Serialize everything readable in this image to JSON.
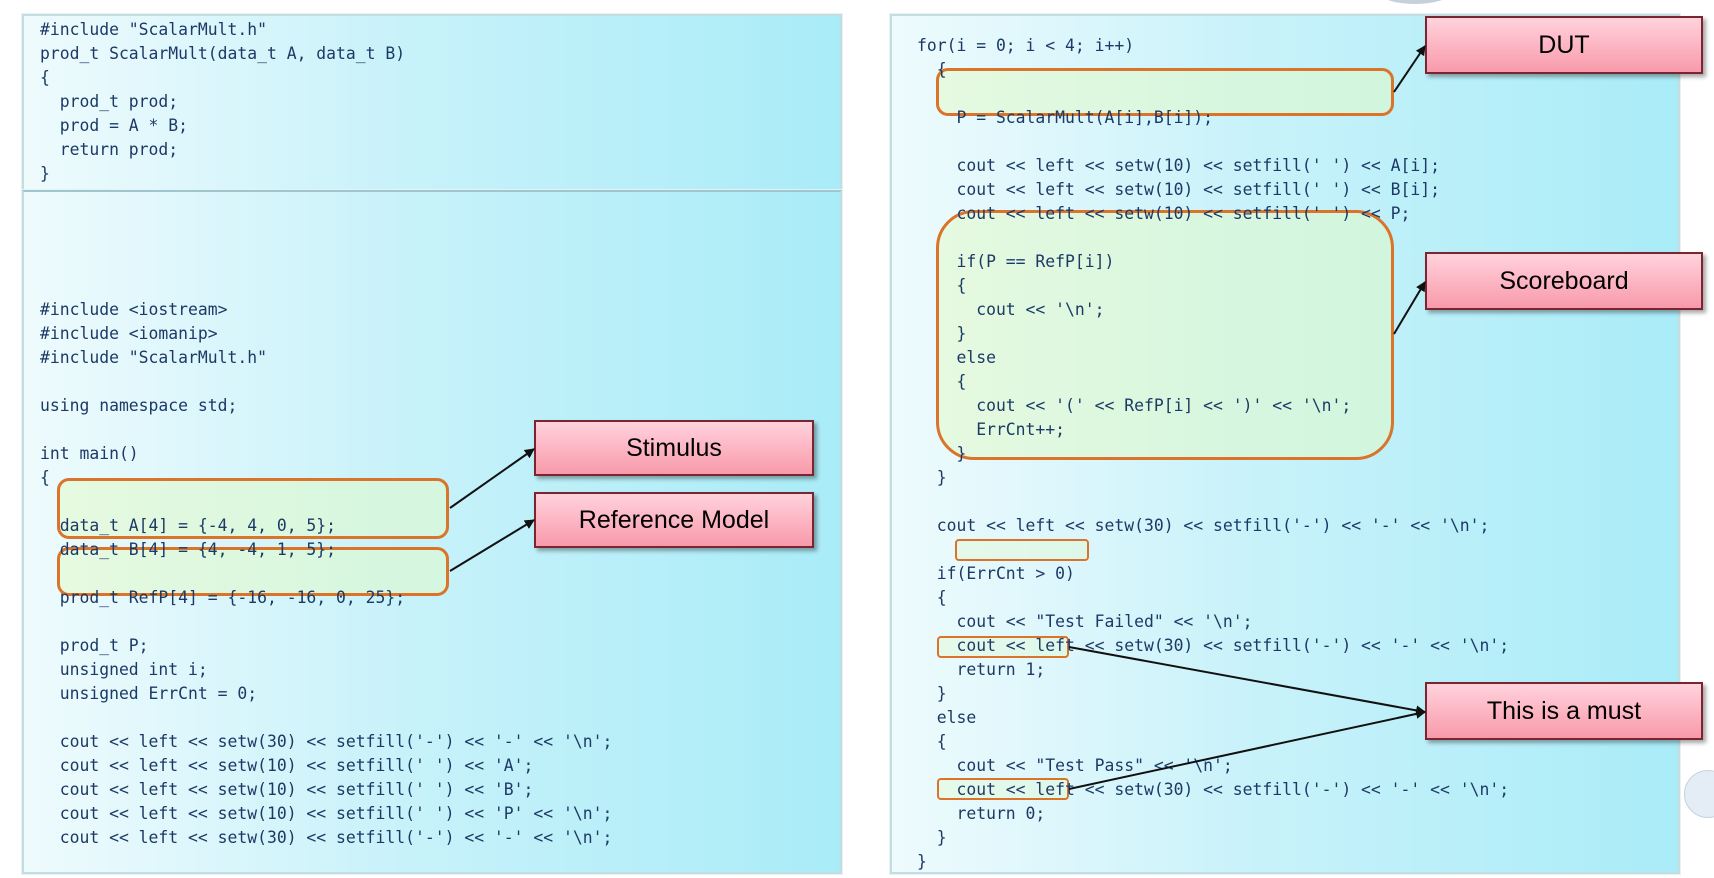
{
  "code": {
    "header": [
      "#include \"ScalarMult.h\"",
      "prod_t ScalarMult(data_t A, data_t B)",
      "{",
      "  prod_t prod;",
      "  prod = A * B;",
      "  return prod;",
      "}"
    ],
    "main": [
      "#include <iostream>",
      "#include <iomanip>",
      "#include \"ScalarMult.h\"",
      "",
      "using namespace std;",
      "",
      "int main()",
      "{",
      "",
      "  data_t A[4] = {-4, 4, 0, 5};",
      "  data_t B[4] = {4, -4, 1, 5};",
      "",
      "  prod_t RefP[4] = {-16, -16, 0, 25};",
      "",
      "  prod_t P;",
      "  unsigned int i;",
      "  unsigned ErrCnt = 0;",
      "",
      "  cout << left << setw(30) << setfill('-') << '-' << '\\n';",
      "  cout << left << setw(10) << setfill(' ') << 'A';",
      "  cout << left << setw(10) << setfill(' ') << 'B';",
      "  cout << left << setw(10) << setfill(' ') << 'P' << '\\n';",
      "  cout << left << setw(30) << setfill('-') << '-' << '\\n';"
    ],
    "loop": [
      "for(i = 0; i < 4; i++)",
      "  {",
      "",
      "    P = ScalarMult(A[i],B[i]);",
      "",
      "    cout << left << setw(10) << setfill(' ') << A[i];",
      "    cout << left << setw(10) << setfill(' ') << B[i];",
      "    cout << left << setw(10) << setfill(' ') << P;",
      "",
      "    if(P == RefP[i])",
      "    {",
      "      cout << '\\n';",
      "    }",
      "    else",
      "    {",
      "      cout << '(' << RefP[i] << ')' << '\\n';",
      "      ErrCnt++;",
      "    }",
      "  }",
      "",
      "  cout << left << setw(30) << setfill('-') << '-' << '\\n';",
      "",
      "  if(ErrCnt > 0)",
      "  {",
      "    cout << \"Test Failed\" << '\\n';",
      "    cout << left << setw(30) << setfill('-') << '-' << '\\n';",
      "    return 1;",
      "  }",
      "  else",
      "  {",
      "    cout << \"Test Pass\" << '\\n';",
      "    cout << left << setw(30) << setfill('-') << '-' << '\\n';",
      "    return 0;",
      "  }",
      "}"
    ]
  },
  "callouts": {
    "stimulus": "Stimulus",
    "reference_model": "Reference Model",
    "dut": "DUT",
    "scoreboard": "Scoreboard",
    "must": "This is a must"
  },
  "colors": {
    "code_text": "#1d3a66",
    "highlight_border": "#d9742a",
    "callout_fill": "#fcb3c1",
    "callout_border": "#7a2530",
    "panel_fill": "#c9f2fa"
  }
}
